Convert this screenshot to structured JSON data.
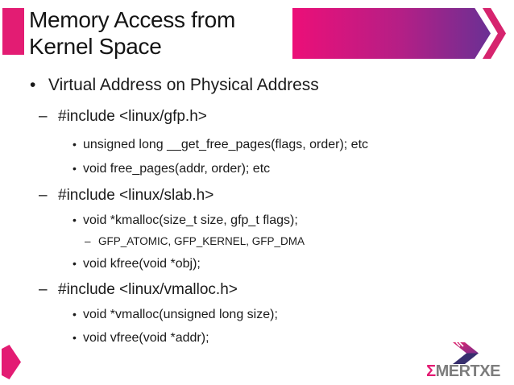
{
  "slide": {
    "title_lines": [
      "Memory Access from",
      "Kernel Space"
    ],
    "lines": [
      {
        "level": 1,
        "marker": "•",
        "text": "Virtual Address on Physical Address"
      },
      {
        "level": 2,
        "marker": "–",
        "text": "#include <linux/gfp.h>"
      },
      {
        "level": 3,
        "marker": "•",
        "text": "unsigned long __get_free_pages(flags, order); etc"
      },
      {
        "level": 3,
        "marker": "•",
        "text": "void free_pages(addr, order); etc"
      },
      {
        "level": 2,
        "marker": "–",
        "text": "#include <linux/slab.h>"
      },
      {
        "level": 3,
        "marker": "•",
        "text": "void *kmalloc(size_t size, gfp_t flags);"
      },
      {
        "level": 4,
        "marker": "–",
        "text": "GFP_ATOMIC, GFP_KERNEL, GFP_DMA"
      },
      {
        "level": 3,
        "marker": "•",
        "text": "void kfree(void *obj);"
      },
      {
        "level": 2,
        "marker": "–",
        "text": "#include <linux/vmalloc.h>"
      },
      {
        "level": 3,
        "marker": "•",
        "text": "void *vmalloc(unsigned long size);"
      },
      {
        "level": 3,
        "marker": "•",
        "text": "void vfree(void *addr);"
      }
    ]
  },
  "logo": {
    "sigma": "Σ",
    "name": "MERTXE"
  },
  "colors": {
    "accent_pink": "#e31c73",
    "banner_gradient_start": "#ec0f78",
    "banner_gradient_end": "#6a3094",
    "chevron_pink": "#d6246e",
    "logo_gray": "#7d7d7d",
    "logo_dark_purple": "#372f6e",
    "title_text": "#141414",
    "body_text": "#1a1a1a"
  }
}
